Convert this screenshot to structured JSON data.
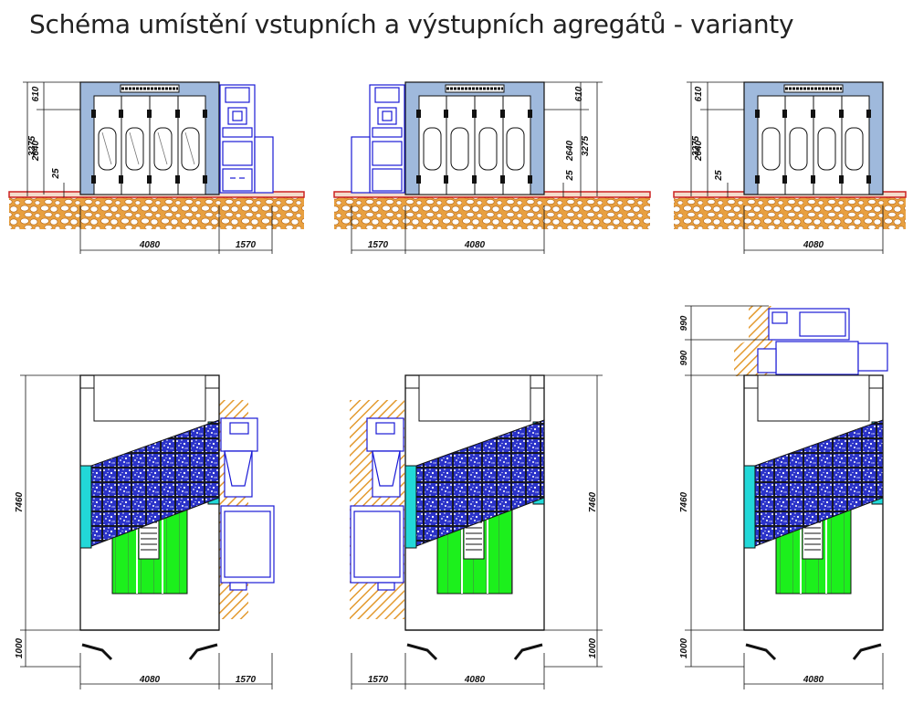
{
  "title": "Schéma umístění vstupních a výstupních agregátů - varianty",
  "front_views": [
    {
      "h_total": "3275",
      "h_top": "610",
      "h_door": "2640",
      "h_base": "25",
      "w_main": "4080",
      "w_unit": "1570"
    },
    {
      "h_total": "3275",
      "h_top": "610",
      "h_door": "2640",
      "h_base": "25",
      "w_main": "4080",
      "w_unit": "1570"
    },
    {
      "h_total": "3275",
      "h_top": "610",
      "h_door": "2640",
      "h_base": "25",
      "w_main": "4080"
    }
  ],
  "plan_views": [
    {
      "length": "7460",
      "front": "1000",
      "w_main": "4080",
      "w_unit": "1570"
    },
    {
      "length": "7460",
      "front": "1000",
      "w_main": "4080",
      "w_unit": "1570"
    },
    {
      "length": "7460",
      "front": "1000",
      "w_main": "4080",
      "roof_a": "990",
      "roof_b": "990"
    }
  ],
  "colors": {
    "frame_blue": "#9fb9dc",
    "unit_blue": "#1a1ad6",
    "ground": "#e8a040",
    "floor_red": "#cc2222",
    "grid_green": "#1cf01c",
    "cyan_panel": "#22d8d8",
    "hatch": "#e39a2f"
  }
}
